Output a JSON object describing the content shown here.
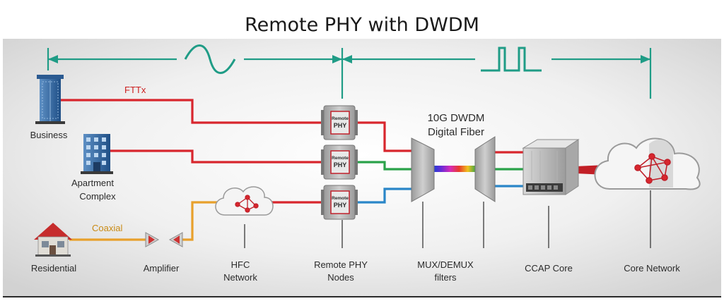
{
  "title": "Remote PHY with DWDM",
  "labels": {
    "fttx": "FTTx",
    "coaxial": "Coaxial",
    "dwdm_line1": "10G DWDM",
    "dwdm_line2": "Digital Fiber",
    "node_badge_top": "Remote",
    "node_badge_bottom": "PHY"
  },
  "endpoints": [
    {
      "lines": [
        "Business"
      ]
    },
    {
      "lines": [
        "Apartment",
        "Complex"
      ]
    },
    {
      "lines": [
        "Residential"
      ]
    }
  ],
  "components": [
    {
      "lines": [
        "Amplifier"
      ]
    },
    {
      "lines": [
        "HFC",
        "Network"
      ]
    },
    {
      "lines": [
        "Remote PHY",
        "Nodes"
      ]
    },
    {
      "lines": [
        "MUX/DEMUX",
        "filters"
      ]
    },
    {
      "lines": [
        "CCAP Core"
      ]
    },
    {
      "lines": [
        "Core Network"
      ]
    }
  ],
  "colors": {
    "fiber_red": "#d8262d",
    "fiber_green": "#2aa24a",
    "fiber_blue": "#2a86c8",
    "coax_orange": "#e8a02b",
    "teal": "#1f9c86",
    "fttx_text": "#cc1f1f",
    "coax_text": "#c98a13"
  }
}
